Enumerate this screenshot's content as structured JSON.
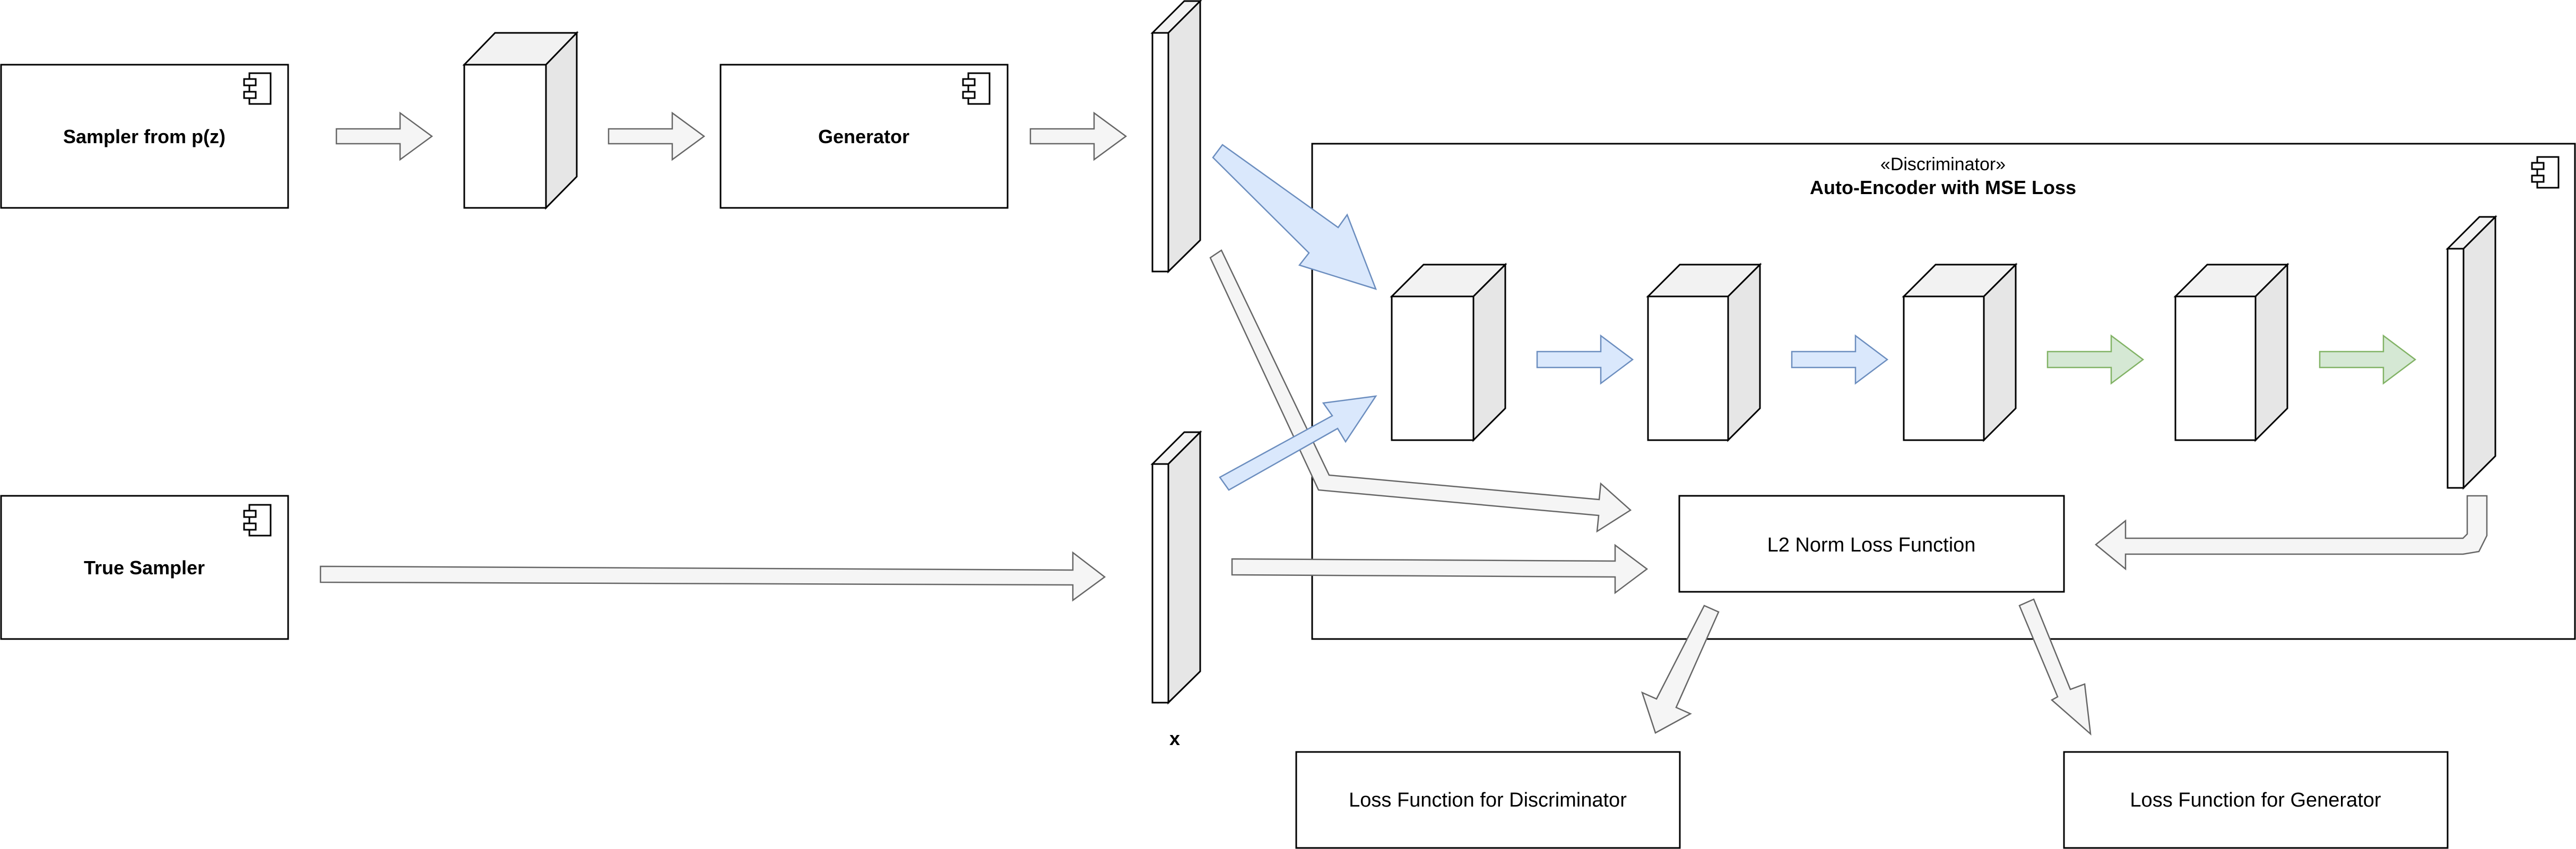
{
  "nodes": {
    "sampler_pz": "Sampler from p(z)",
    "generator": "Generator",
    "true_sampler": "True Sampler",
    "x_label": "x",
    "discriminator_stereotype": "«Discriminator»",
    "discriminator_title": "Auto-Encoder with MSE Loss",
    "l2_loss": "L2 Norm Loss  Function",
    "loss_discriminator": "Loss  Function for Discriminator",
    "loss_generator": "Loss  Function for Generator"
  },
  "colors": {
    "arrow_gray_fill": "#f5f5f5",
    "arrow_blue_fill": "#dae8fc",
    "arrow_green_fill": "#d5e8d4",
    "cube_side": "#e6e6e6"
  },
  "icons": [
    "component-icon"
  ]
}
